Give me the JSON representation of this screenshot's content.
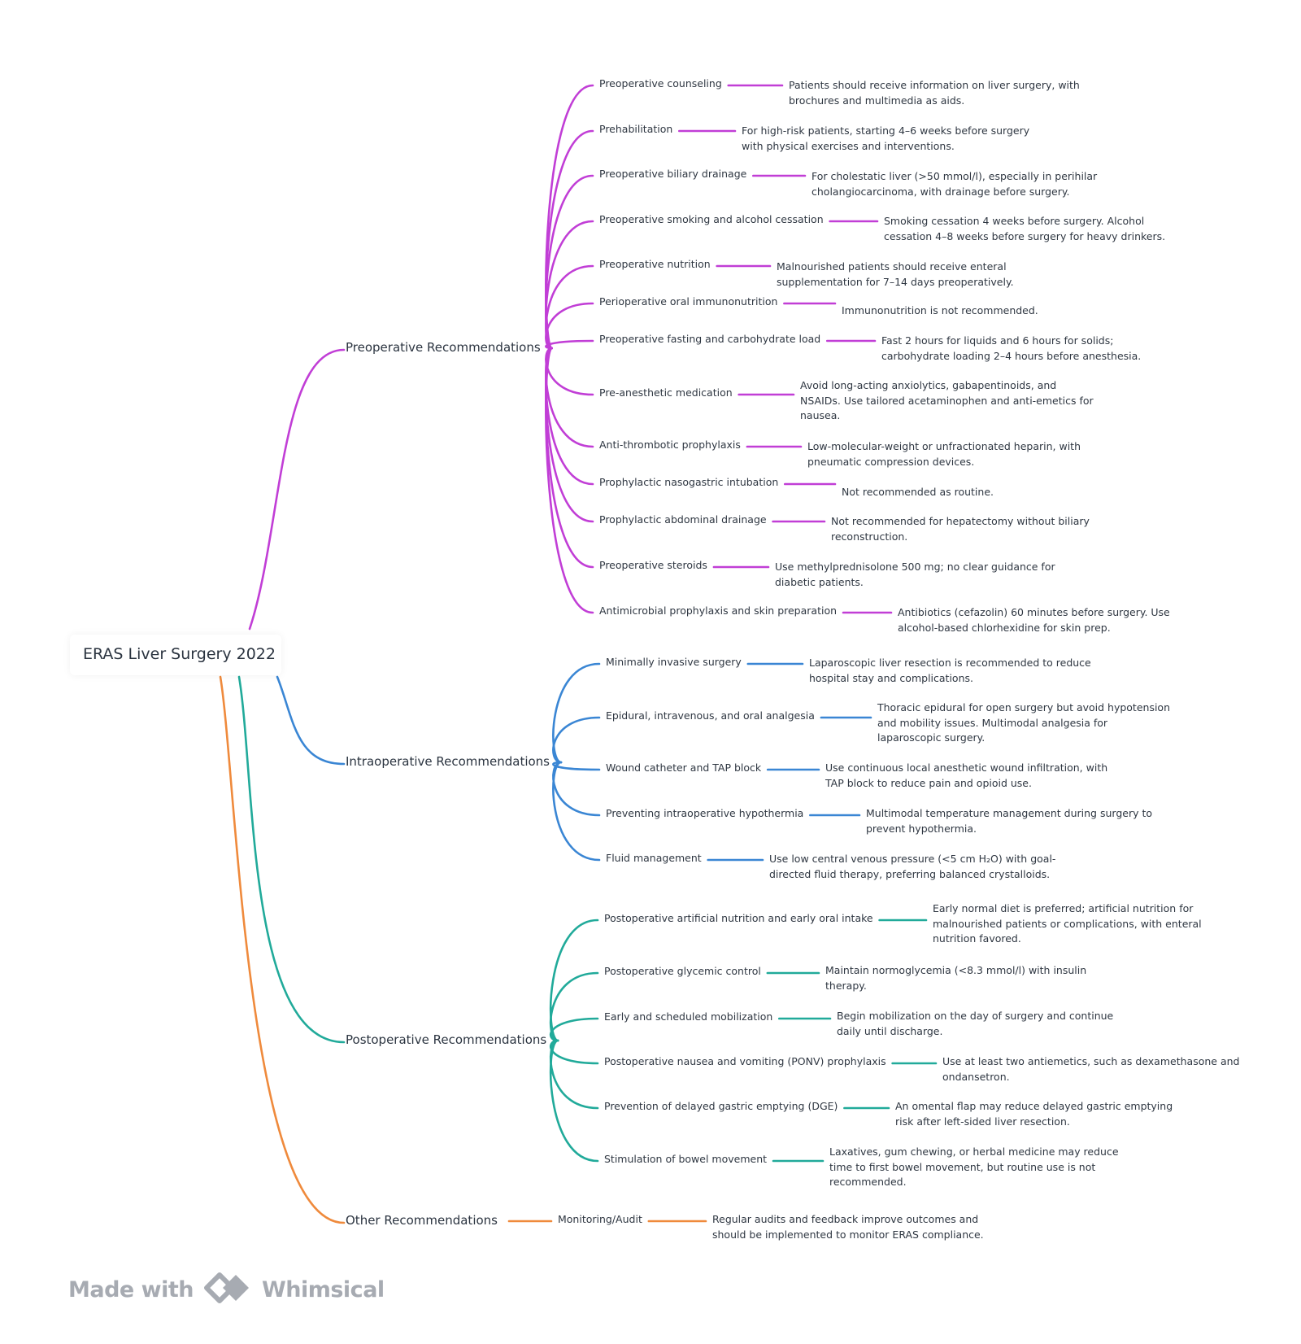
{
  "root": "ERAS Liver Surgery 2022",
  "footer": {
    "made_with": "Made with",
    "brand": "Whimsical",
    "logo_icon": "whimsical-logo-icon"
  },
  "branches": [
    {
      "label": "Preoperative Recommendations",
      "color": "#c13ed6",
      "children": [
        {
          "label": "Preoperative counseling",
          "detail": [
            "Patients should receive information on liver surgery, with",
            "brochures and multimedia as aids."
          ]
        },
        {
          "label": "Prehabilitation",
          "detail": [
            "For high-risk patients, starting 4–6 weeks before surgery",
            "with physical exercises and interventions."
          ]
        },
        {
          "label": "Preoperative biliary drainage",
          "detail": [
            "For cholestatic liver (>50 mmol/l), especially in perihilar",
            "cholangiocarcinoma, with drainage before surgery."
          ]
        },
        {
          "label": "Preoperative smoking and alcohol cessation",
          "detail": [
            "Smoking cessation 4 weeks before surgery. Alcohol",
            "cessation 4–8 weeks before surgery for heavy drinkers."
          ]
        },
        {
          "label": "Preoperative nutrition",
          "detail": [
            "Malnourished patients should receive enteral",
            "supplementation for 7–14 days preoperatively."
          ]
        },
        {
          "label": "Perioperative oral immunonutrition",
          "detail": [
            "Immunonutrition is not recommended."
          ]
        },
        {
          "label": "Preoperative fasting and carbohydrate load",
          "detail": [
            "Fast 2 hours for liquids and 6 hours for solids;",
            "carbohydrate loading 2–4 hours before anesthesia."
          ]
        },
        {
          "label": "Pre-anesthetic medication",
          "detail": [
            "Avoid long-acting anxiolytics, gabapentinoids, and",
            "NSAIDs. Use tailored acetaminophen and anti-emetics for",
            "nausea."
          ]
        },
        {
          "label": "Anti-thrombotic prophylaxis",
          "detail": [
            "Low-molecular-weight or unfractionated heparin, with",
            "pneumatic compression devices."
          ]
        },
        {
          "label": "Prophylactic nasogastric intubation",
          "detail": [
            "Not recommended as routine."
          ]
        },
        {
          "label": "Prophylactic abdominal drainage",
          "detail": [
            "Not recommended for hepatectomy without biliary",
            "reconstruction."
          ]
        },
        {
          "label": "Preoperative steroids",
          "detail": [
            "Use methylprednisolone 500 mg; no clear guidance for",
            "diabetic patients."
          ]
        },
        {
          "label": "Antimicrobial prophylaxis and skin preparation",
          "detail": [
            "Antibiotics (cefazolin) 60 minutes before surgery. Use",
            "alcohol-based chlorhexidine for skin prep."
          ]
        }
      ]
    },
    {
      "label": "Intraoperative Recommendations",
      "color": "#3a86d4",
      "children": [
        {
          "label": "Minimally invasive surgery",
          "detail": [
            "Laparoscopic liver resection is recommended to reduce",
            "hospital stay and complications."
          ]
        },
        {
          "label": "Epidural, intravenous, and oral analgesia",
          "detail": [
            "Thoracic epidural for open surgery but avoid hypotension",
            "and mobility issues. Multimodal analgesia for",
            "laparoscopic surgery."
          ]
        },
        {
          "label": "Wound catheter and TAP block",
          "detail": [
            "Use continuous local anesthetic wound infiltration, with",
            "TAP block to reduce pain and opioid use."
          ]
        },
        {
          "label": "Preventing intraoperative hypothermia",
          "detail": [
            "Multimodal temperature management during surgery to",
            "prevent hypothermia."
          ]
        },
        {
          "label": "Fluid management",
          "detail": [
            "Use low central venous pressure (<5 cm H₂O) with goal-",
            "directed fluid therapy, preferring balanced crystalloids."
          ]
        }
      ]
    },
    {
      "label": "Postoperative Recommendations",
      "color": "#21aa9a",
      "children": [
        {
          "label": "Postoperative artificial nutrition and early oral intake",
          "detail": [
            "Early normal diet is preferred; artificial nutrition for",
            "malnourished patients or complications, with enteral",
            "nutrition favored."
          ]
        },
        {
          "label": "Postoperative glycemic control",
          "detail": [
            "Maintain normoglycemia (<8.3 mmol/l) with insulin",
            "therapy."
          ]
        },
        {
          "label": "Early and scheduled mobilization",
          "detail": [
            "Begin mobilization on the day of surgery and continue",
            "daily until discharge."
          ]
        },
        {
          "label": "Postoperative nausea and vomiting (PONV) prophylaxis",
          "detail": [
            "Use at least two antiemetics, such as dexamethasone and",
            "ondansetron."
          ]
        },
        {
          "label": "Prevention of delayed gastric emptying (DGE)",
          "detail": [
            "An omental flap may reduce delayed gastric emptying",
            "risk after left-sided liver resection."
          ]
        },
        {
          "label": "Stimulation of bowel movement",
          "detail": [
            "Laxatives, gum chewing, or herbal medicine may reduce",
            "time to first bowel movement, but routine use is not",
            "recommended."
          ]
        }
      ]
    },
    {
      "label": "Other Recommendations",
      "color": "#ef8a3c",
      "children": [
        {
          "label": "Monitoring/Audit",
          "detail": [
            "Regular audits and feedback improve outcomes and",
            "should be implemented to monitor ERAS compliance."
          ]
        }
      ]
    }
  ]
}
